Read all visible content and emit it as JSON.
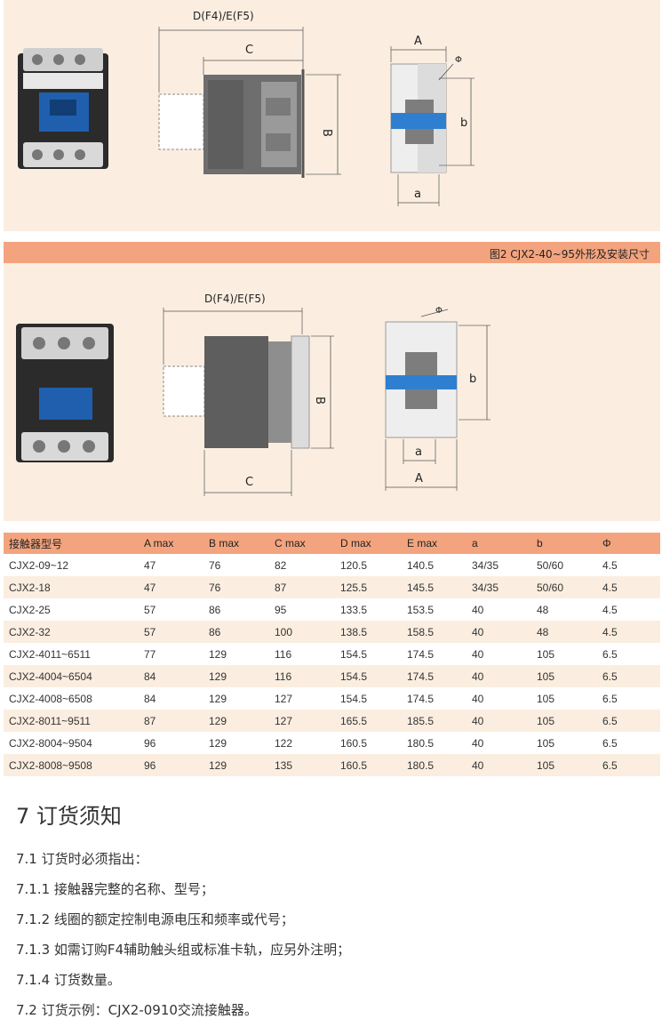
{
  "figure1": {
    "dims": {
      "de": "D(F4)/E(F5)",
      "c": "C",
      "b_upper": "B",
      "a_upper": "A",
      "phi": "Φ",
      "b_lower": "b",
      "a_lower": "a"
    }
  },
  "figure2": {
    "caption": "图2 CJX2-40~95外形及安装尺寸",
    "dims": {
      "de": "D(F4)/E(F5)",
      "c": "C",
      "b_upper": "B",
      "a_upper": "A",
      "phi": "Φ",
      "b_lower": "b",
      "a_lower": "a"
    }
  },
  "table": {
    "headers": [
      "接触器型号",
      "A max",
      "B max",
      "C max",
      "D max",
      "E max",
      "a",
      "b",
      "Φ"
    ],
    "rows": [
      [
        "CJX2-09~12",
        "47",
        "76",
        "82",
        "120.5",
        "140.5",
        "34/35",
        "50/60",
        "4.5"
      ],
      [
        "CJX2-18",
        "47",
        "76",
        "87",
        "125.5",
        "145.5",
        "34/35",
        "50/60",
        "4.5"
      ],
      [
        "CJX2-25",
        "57",
        "86",
        "95",
        "133.5",
        "153.5",
        "40",
        "48",
        "4.5"
      ],
      [
        "CJX2-32",
        "57",
        "86",
        "100",
        "138.5",
        "158.5",
        "40",
        "48",
        "4.5"
      ],
      [
        "CJX2-4011~6511",
        "77",
        "129",
        "116",
        "154.5",
        "174.5",
        "40",
        "105",
        "6.5"
      ],
      [
        "CJX2-4004~6504",
        "84",
        "129",
        "116",
        "154.5",
        "174.5",
        "40",
        "105",
        "6.5"
      ],
      [
        "CJX2-4008~6508",
        "84",
        "129",
        "127",
        "154.5",
        "174.5",
        "40",
        "105",
        "6.5"
      ],
      [
        "CJX2-8011~9511",
        "87",
        "129",
        "127",
        "165.5",
        "185.5",
        "40",
        "105",
        "6.5"
      ],
      [
        "CJX2-8004~9504",
        "96",
        "129",
        "122",
        "160.5",
        "180.5",
        "40",
        "105",
        "6.5"
      ],
      [
        "CJX2-8008~9508",
        "96",
        "129",
        "135",
        "160.5",
        "180.5",
        "40",
        "105",
        "6.5"
      ]
    ]
  },
  "section": {
    "title": "7 订货须知",
    "items": [
      "7.1 订货时必须指出：",
      "7.1.1 接触器完整的名称、型号；",
      "7.1.2 线圈的额定控制电源电压和频率或代号；",
      "7.1.3 如需订购F4辅助触头组或标准卡轨，应另外注明；",
      "7.1.4 订货数量。",
      "7.2 订货示例：CJX2-0910交流接触器。"
    ]
  }
}
